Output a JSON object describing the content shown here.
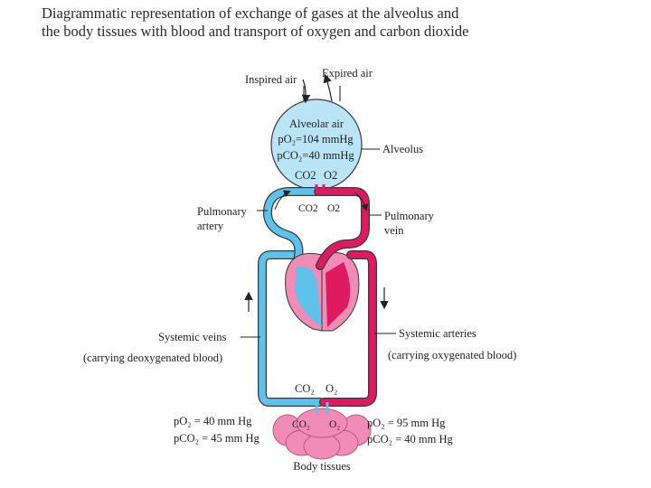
{
  "title": {
    "line1": "Diagrammatic representation of exchange of gases at the alveolus and",
    "line2": "the body tissues with blood and transport of oxygen and carbon dioxide"
  },
  "labels": {
    "inspired_air": "Inspired air",
    "expired_air": "Expired air",
    "alveolar_air": "Alveolar air",
    "alveolar_po2": "pO₂=104 mmHg",
    "alveolar_pco2": "pCO₂=40 mmHg",
    "alveolus": "Alveolus",
    "alveolus_co2": "CO2",
    "alveolus_o2": "O2",
    "exchange_co2": "CO2",
    "exchange_o2": "O2",
    "pulmonary_artery_1": "Pulmonary",
    "pulmonary_artery_2": "artery",
    "pulmonary_vein_1": "Pulmonary",
    "pulmonary_vein_2": "vein",
    "systemic_veins": "Systemic veins",
    "systemic_veins_note": "(carrying deoxygenated blood)",
    "systemic_arteries": "Systemic arteries",
    "systemic_arteries_note": "(carrying oxygenated blood)",
    "tissue_co2": "CO₂",
    "tissue_o2": "O₂",
    "tissue_inner_co2": "CO₂",
    "tissue_inner_o2": "O₂",
    "venous_po2": "pO₂   = 40 mm Hg",
    "venous_pco2": "pCO₂ = 45 mm Hg",
    "arterial_po2": "pO₂   = 95 mm Hg",
    "arterial_pco2": "pCO₂ = 40 mm Hg",
    "body_tissues": "Body tissues"
  },
  "colors": {
    "deoxygenated_blood": "#5ec3ea",
    "oxygenated_blood": "#df1b5f",
    "alveolus_fill": "#b9e5f6",
    "tissue_fill": "#f08cb5",
    "outline": "#3a3a3a",
    "text": "#1f1f1f"
  }
}
